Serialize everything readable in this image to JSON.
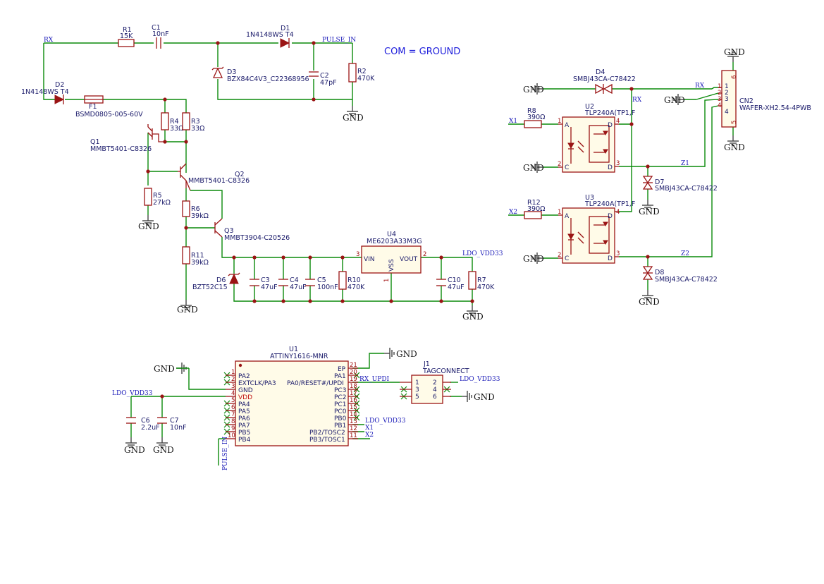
{
  "note": "COM = GROUND",
  "nets": {
    "rx": "RX",
    "pulse_in": "PULSE_IN",
    "ldo_vdd33": "LDO_VDD33",
    "gnd": "GND",
    "x1": "X1",
    "x2": "X2",
    "z1": "Z1",
    "z2": "Z2",
    "rx_updi": "RX_UPDI"
  },
  "components": {
    "R1": {
      "ref": "R1",
      "value": "15K"
    },
    "C1": {
      "ref": "C1",
      "value": "10nF"
    },
    "D1": {
      "ref": "D1",
      "value": "1N4148WS T4"
    },
    "D2": {
      "ref": "D2",
      "value": "1N4148WS T4"
    },
    "F1": {
      "ref": "F1",
      "value": "BSMD0805-005-60V"
    },
    "D3": {
      "ref": "D3",
      "value": "BZX84C4V3_C22368956"
    },
    "C2": {
      "ref": "C2",
      "value": "47pF"
    },
    "R2": {
      "ref": "R2",
      "value": "470K"
    },
    "R4": {
      "ref": "R4",
      "value": "33Ω"
    },
    "R3": {
      "ref": "R3",
      "value": "33Ω"
    },
    "Q1": {
      "ref": "Q1",
      "value": "MMBT5401-C8326"
    },
    "Q2": {
      "ref": "Q2",
      "value": "MMBT5401-C8326"
    },
    "R5": {
      "ref": "R5",
      "value": "27kΩ"
    },
    "R6": {
      "ref": "R6",
      "value": "39kΩ"
    },
    "Q3": {
      "ref": "Q3",
      "value": "MMBT3904-C20526"
    },
    "R11": {
      "ref": "R11",
      "value": "39kΩ"
    },
    "D6": {
      "ref": "D6",
      "value": "BZT52C15"
    },
    "C3": {
      "ref": "C3",
      "value": "47uF"
    },
    "C4": {
      "ref": "C4",
      "value": "47uF"
    },
    "C5": {
      "ref": "C5",
      "value": "100nF"
    },
    "R10": {
      "ref": "R10",
      "value": "470K"
    },
    "U4": {
      "ref": "U4",
      "value": "ME6203A33M3G",
      "pin_vin": "VIN",
      "pin_vout": "VOUT",
      "pin_vss": "VSS",
      "n3": "3",
      "n2": "2",
      "n1": "1"
    },
    "C10": {
      "ref": "C10",
      "value": "47uF"
    },
    "R7": {
      "ref": "R7",
      "value": "470K"
    },
    "D4": {
      "ref": "D4",
      "value": "SMBJ43CA-C78422"
    },
    "CN2": {
      "ref": "CN2",
      "value": "WAFER-XH2.54-4PWB"
    },
    "R8": {
      "ref": "R8",
      "value": "390Ω"
    },
    "U2": {
      "ref": "U2",
      "value": "TLP240A(TP1,F"
    },
    "D7": {
      "ref": "D7",
      "value": "SMBJ43CA-C78422"
    },
    "R12": {
      "ref": "R12",
      "value": "390Ω"
    },
    "U3": {
      "ref": "U3",
      "value": "TLP240A(TP1,F"
    },
    "D8": {
      "ref": "D8",
      "value": "SMBJ43CA-C78422"
    },
    "U1": {
      "ref": "U1",
      "value": "ATTINY1616-MNR"
    },
    "J1": {
      "ref": "J1",
      "value": "TAGCONNECT"
    },
    "C6": {
      "ref": "C6",
      "value": "2.2uF"
    },
    "C7": {
      "ref": "C7",
      "value": "10nF"
    }
  },
  "u1_left_pins": [
    {
      "num": "1",
      "name": "PA2"
    },
    {
      "num": "2",
      "name": "EXTCLK/PA3"
    },
    {
      "num": "3",
      "name": "GND"
    },
    {
      "num": "4",
      "name": "VDD"
    },
    {
      "num": "5",
      "name": "PA4"
    },
    {
      "num": "6",
      "name": "PA5"
    },
    {
      "num": "7",
      "name": "PA6"
    },
    {
      "num": "8",
      "name": "PA7"
    },
    {
      "num": "9",
      "name": "PB5"
    },
    {
      "num": "10",
      "name": "PB4"
    }
  ],
  "u1_right_pins": [
    {
      "num": "21",
      "name": "EP"
    },
    {
      "num": "20",
      "name": "PA1"
    },
    {
      "num": "19",
      "name": "PA0/RESET#/UPDI"
    },
    {
      "num": "18",
      "name": "PC3"
    },
    {
      "num": "17",
      "name": "PC2"
    },
    {
      "num": "16",
      "name": "PC1"
    },
    {
      "num": "15",
      "name": "PC0"
    },
    {
      "num": "14",
      "name": "PB0"
    },
    {
      "num": "13",
      "name": "PB1"
    },
    {
      "num": "12",
      "name": "PB2/TOSC2"
    },
    {
      "num": "11",
      "name": "PB3/TOSC1"
    }
  ],
  "j1_pins": [
    "1",
    "2",
    "3",
    "4",
    "5",
    "6"
  ],
  "cn2_pins": [
    "1",
    "2",
    "3",
    "4",
    "5",
    "6"
  ],
  "u2_pins": {
    "a": "A",
    "c": "C",
    "d4": "D",
    "d3": "D",
    "n1": "1",
    "n2": "2",
    "n3": "3",
    "n4": "4"
  }
}
